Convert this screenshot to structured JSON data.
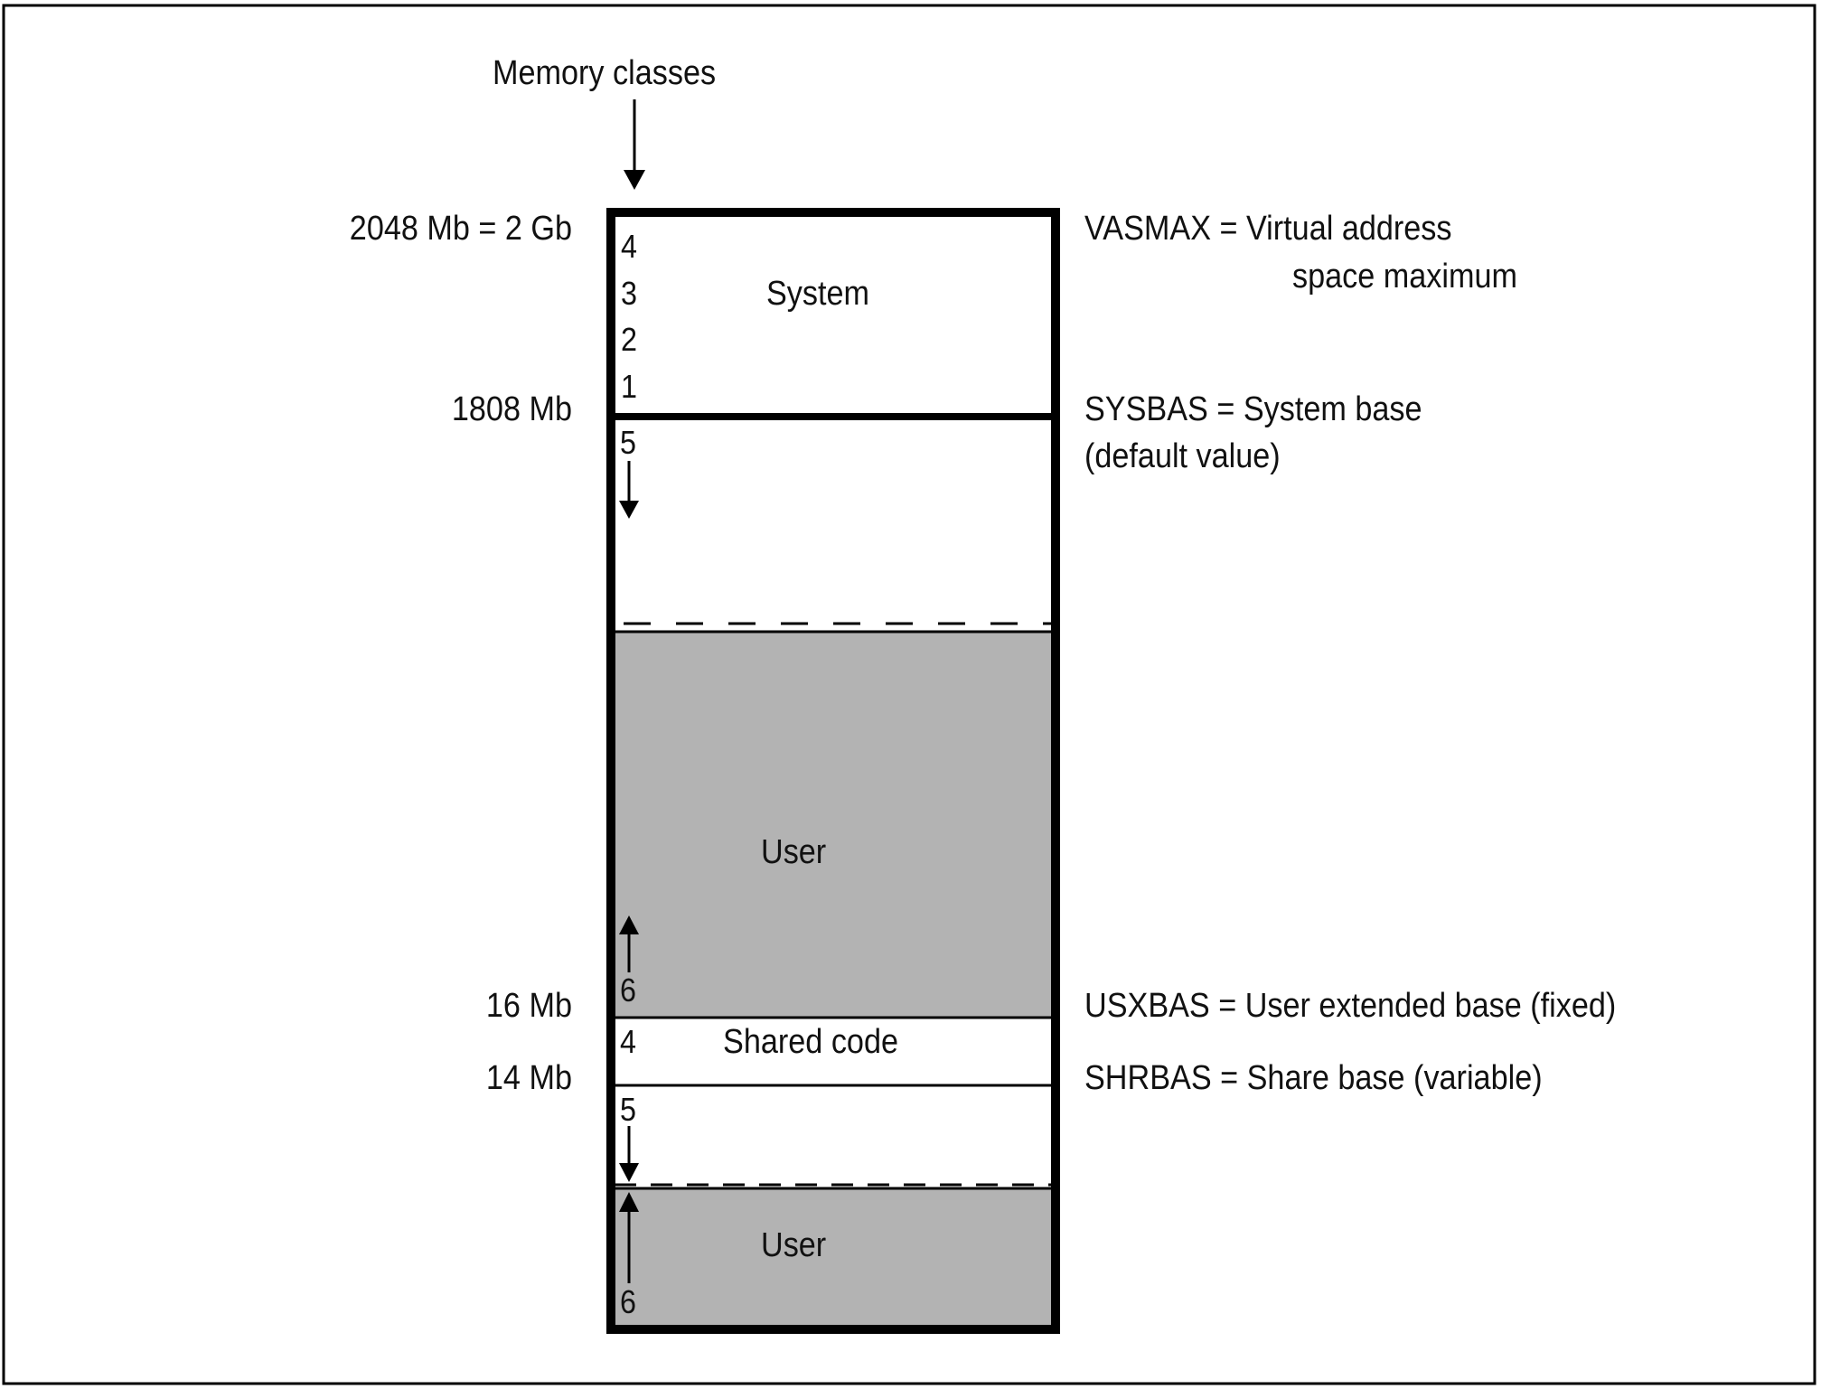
{
  "title": "Memory classes",
  "colors": {
    "stroke": "#000000",
    "shaded": "#b3b3b3",
    "background": "#ffffff",
    "text": "#111111"
  },
  "left_labels": {
    "vasmax_value": "2048 Mb = 2 Gb",
    "sysbas_value": "1808 Mb",
    "usxbas_value": "16 Mb",
    "shrbas_value": "14 Mb"
  },
  "right_labels": {
    "vasmax_line1": "VASMAX = Virtual address",
    "vasmax_line2": "space maximum",
    "sysbas_line1": "SYSBAS = System base",
    "sysbas_line2": "(default value)",
    "usxbas": "USXBAS = User extended base (fixed)",
    "shrbas": "SHRBAS = Share base (variable)"
  },
  "regions": {
    "system": {
      "label": "System",
      "classes": [
        "4",
        "3",
        "2",
        "1"
      ],
      "shaded": false
    },
    "upper_class5": {
      "class": "5",
      "direction": "down",
      "shaded": false
    },
    "upper_user": {
      "label": "User",
      "class": "6",
      "direction": "up",
      "shaded": true
    },
    "shared_code": {
      "label": "Shared code",
      "class": "4",
      "shaded": false
    },
    "lower_class5": {
      "class": "5",
      "direction": "down",
      "shaded": false
    },
    "lower_user": {
      "label": "User",
      "class": "6",
      "direction": "up",
      "shaded": true
    }
  }
}
